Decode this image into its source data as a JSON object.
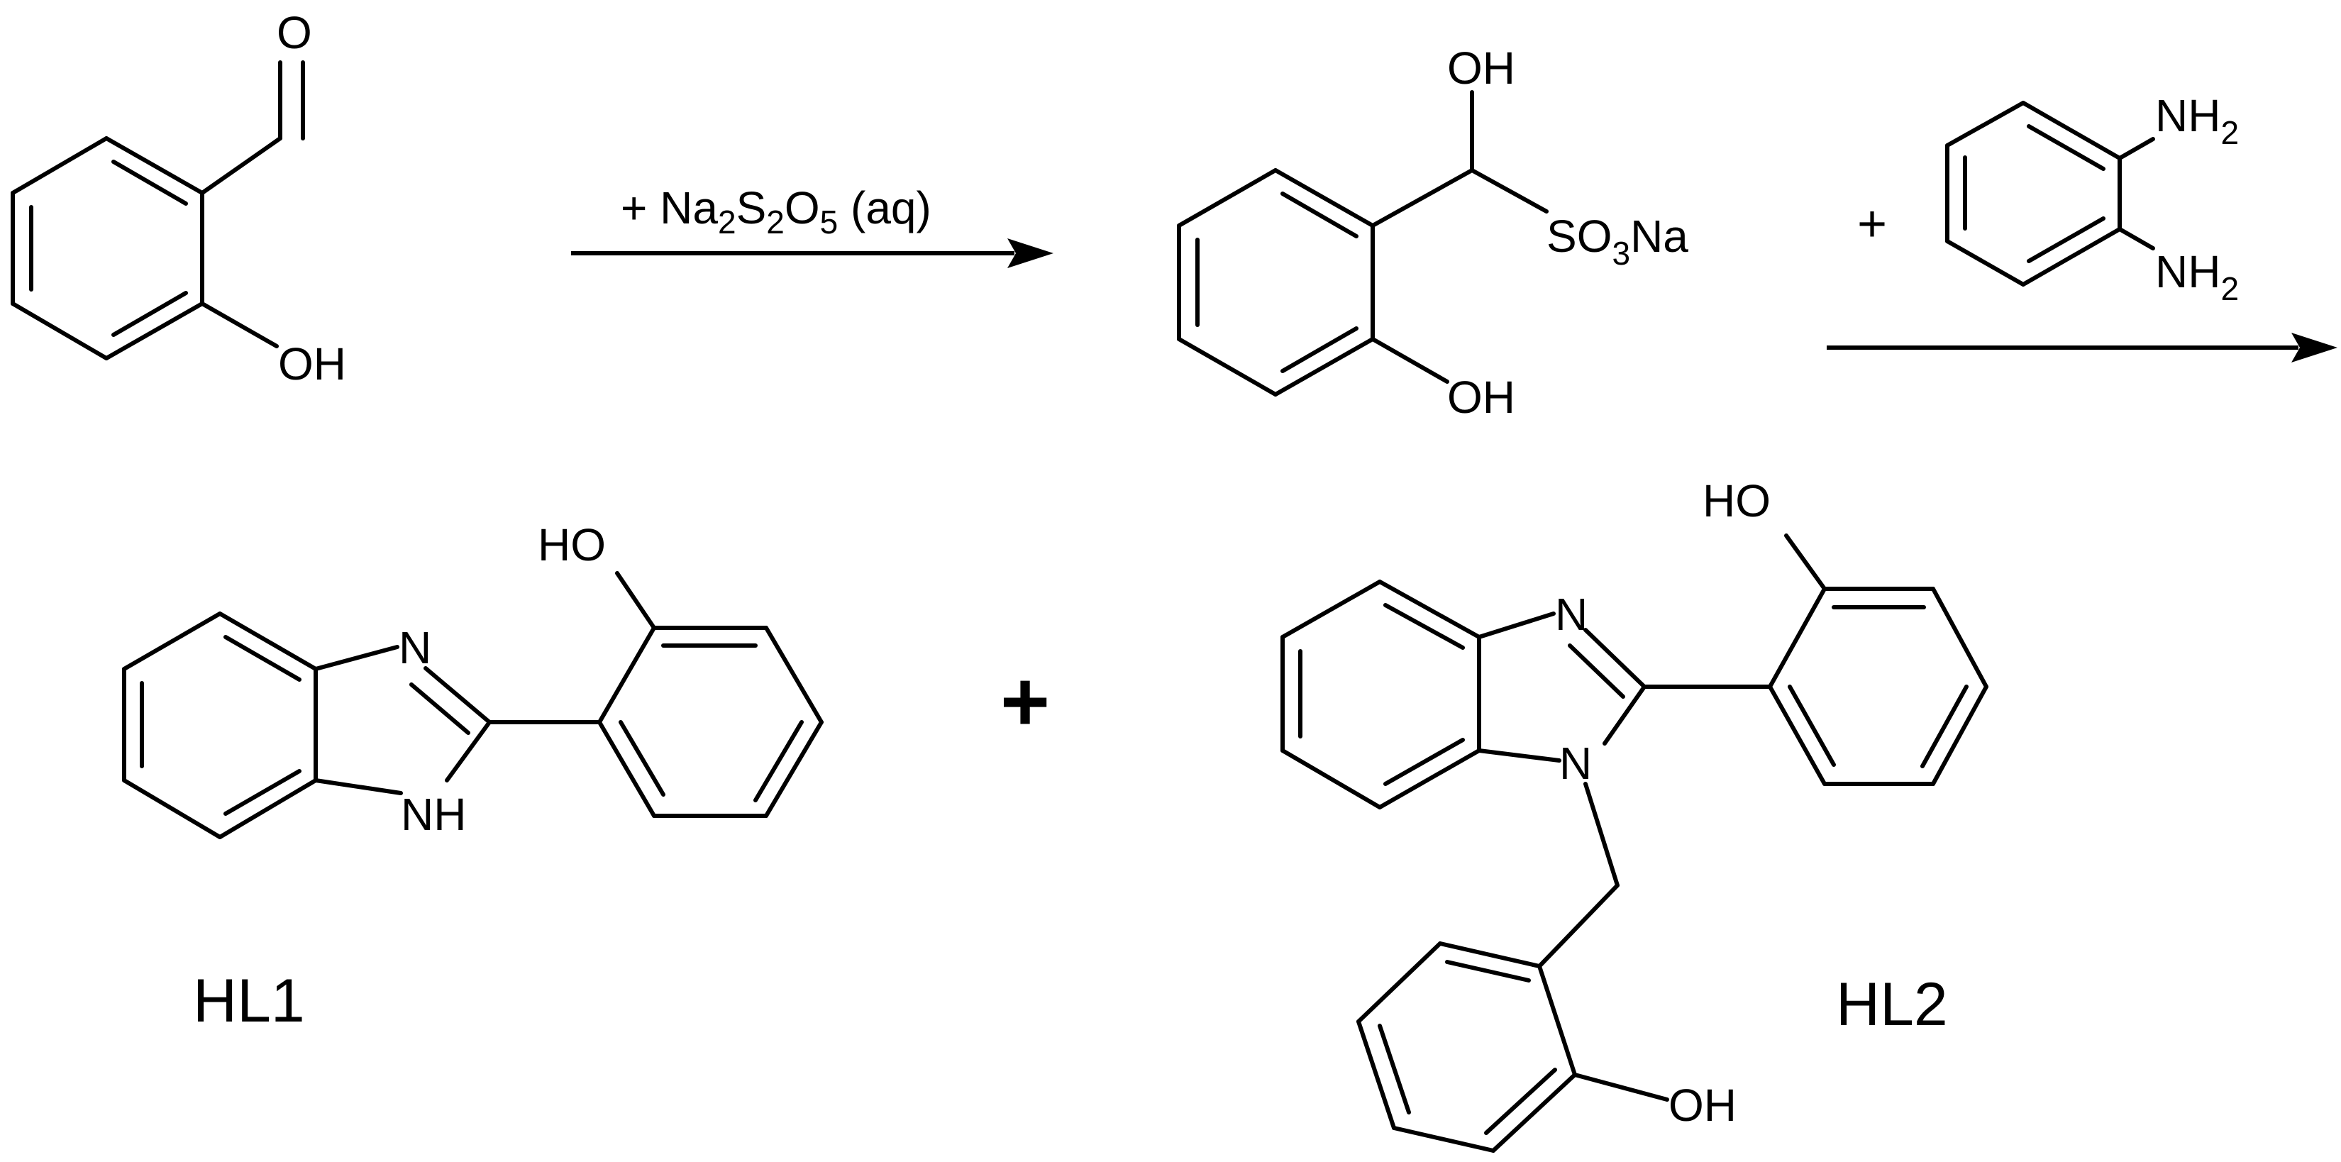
{
  "scheme": {
    "reagent": {
      "prefix": "+ Na",
      "sub1": "2",
      "s": "S",
      "sub2": "2",
      "o": "O",
      "sub3": "5",
      "suffix": " (aq)"
    },
    "plus_small": "+",
    "plus_big": "+",
    "labels": {
      "OH": "OH",
      "HO": "HO",
      "O": "O",
      "N": "N",
      "NH": "NH",
      "SO": "SO",
      "three": "3",
      "Na": "Na",
      "NH2_main": "NH",
      "NH2_sub": "2"
    },
    "compounds": {
      "hl1": "HL1",
      "hl2": "HL2"
    }
  }
}
